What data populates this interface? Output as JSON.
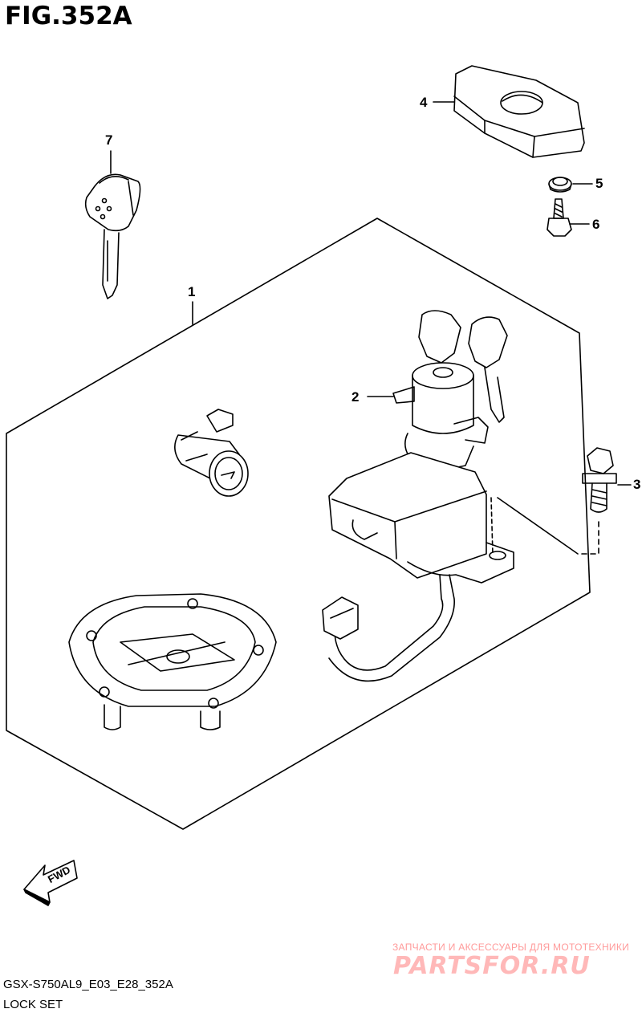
{
  "figure": {
    "title": "FIG.352A",
    "code": "GSX-S750AL9_E03_E28_352A",
    "name": "LOCK SET"
  },
  "callouts": [
    {
      "id": "1",
      "label": "1"
    },
    {
      "id": "2",
      "label": "2"
    },
    {
      "id": "3",
      "label": "3"
    },
    {
      "id": "4",
      "label": "4"
    },
    {
      "id": "5",
      "label": "5"
    },
    {
      "id": "6",
      "label": "6"
    },
    {
      "id": "7",
      "label": "7"
    }
  ],
  "direction_marker": "FWD",
  "watermark": {
    "tagline": "ЗАПЧАСТИ И АКСЕССУАРЫ ДЛЯ МОТОТЕХНИКИ",
    "logo": "PARTSFOR.RU"
  }
}
